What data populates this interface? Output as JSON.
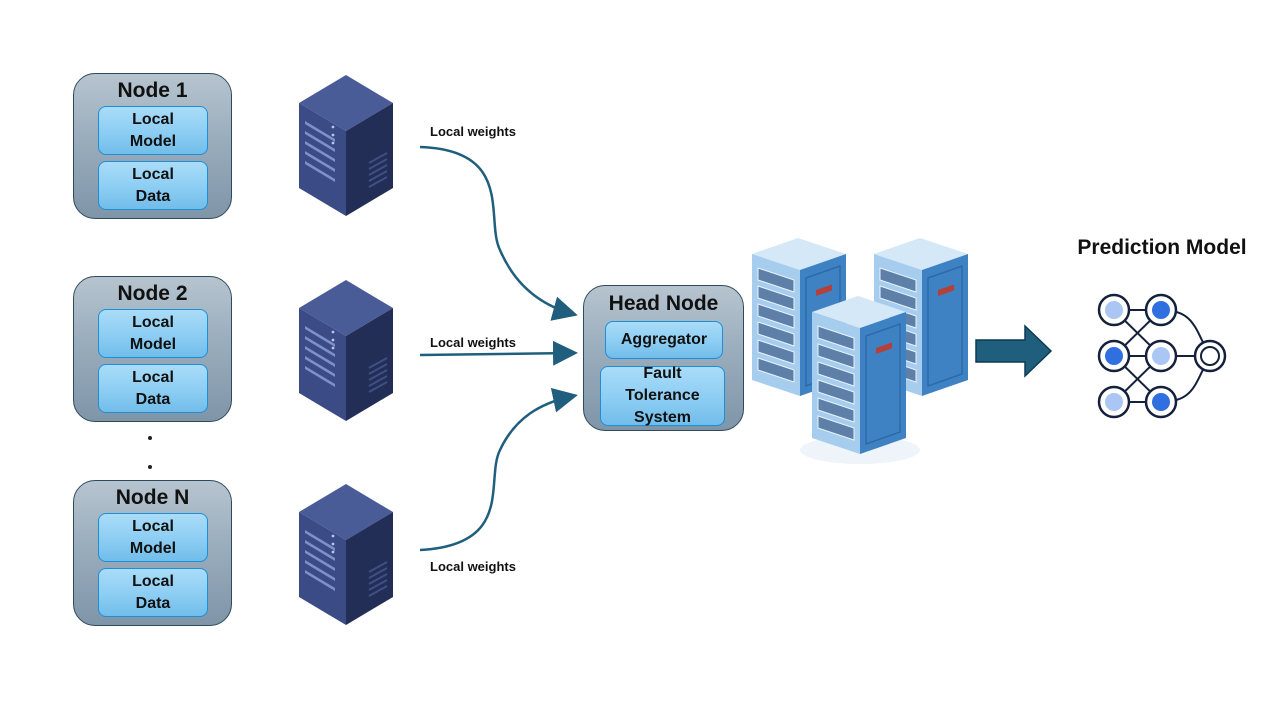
{
  "nodes": [
    {
      "title": "Node 1",
      "model": "Local\nModel",
      "data": "Local\nData"
    },
    {
      "title": "Node 2",
      "model": "Local\nModel",
      "data": "Local\nData"
    },
    {
      "title": "Node N",
      "model": "Local\nModel",
      "data": "Local\nData"
    }
  ],
  "labels": {
    "w1": "Local weights",
    "w2": "Local weights",
    "w3": "Local weights"
  },
  "head": {
    "title": "Head Node",
    "aggregator": "Aggregator",
    "fault": "Fault\nTolerance\nSystem"
  },
  "prediction": {
    "title": "Prediction Model"
  },
  "icons": {
    "server": "server-rack-icon",
    "cluster": "server-cluster-icon",
    "network": "neural-network-icon",
    "arrow": "right-arrow-icon"
  },
  "colors": {
    "node_bg": "#9aadbd",
    "subbox_bg": "#8ccdf3",
    "subbox_border": "#1d8fd6",
    "edge": "#1f5f7d",
    "server_dark": "#232e57",
    "server_mid": "#3a4b85",
    "nn_blue": "#2f6fe0",
    "nn_light": "#a9c6f5"
  }
}
